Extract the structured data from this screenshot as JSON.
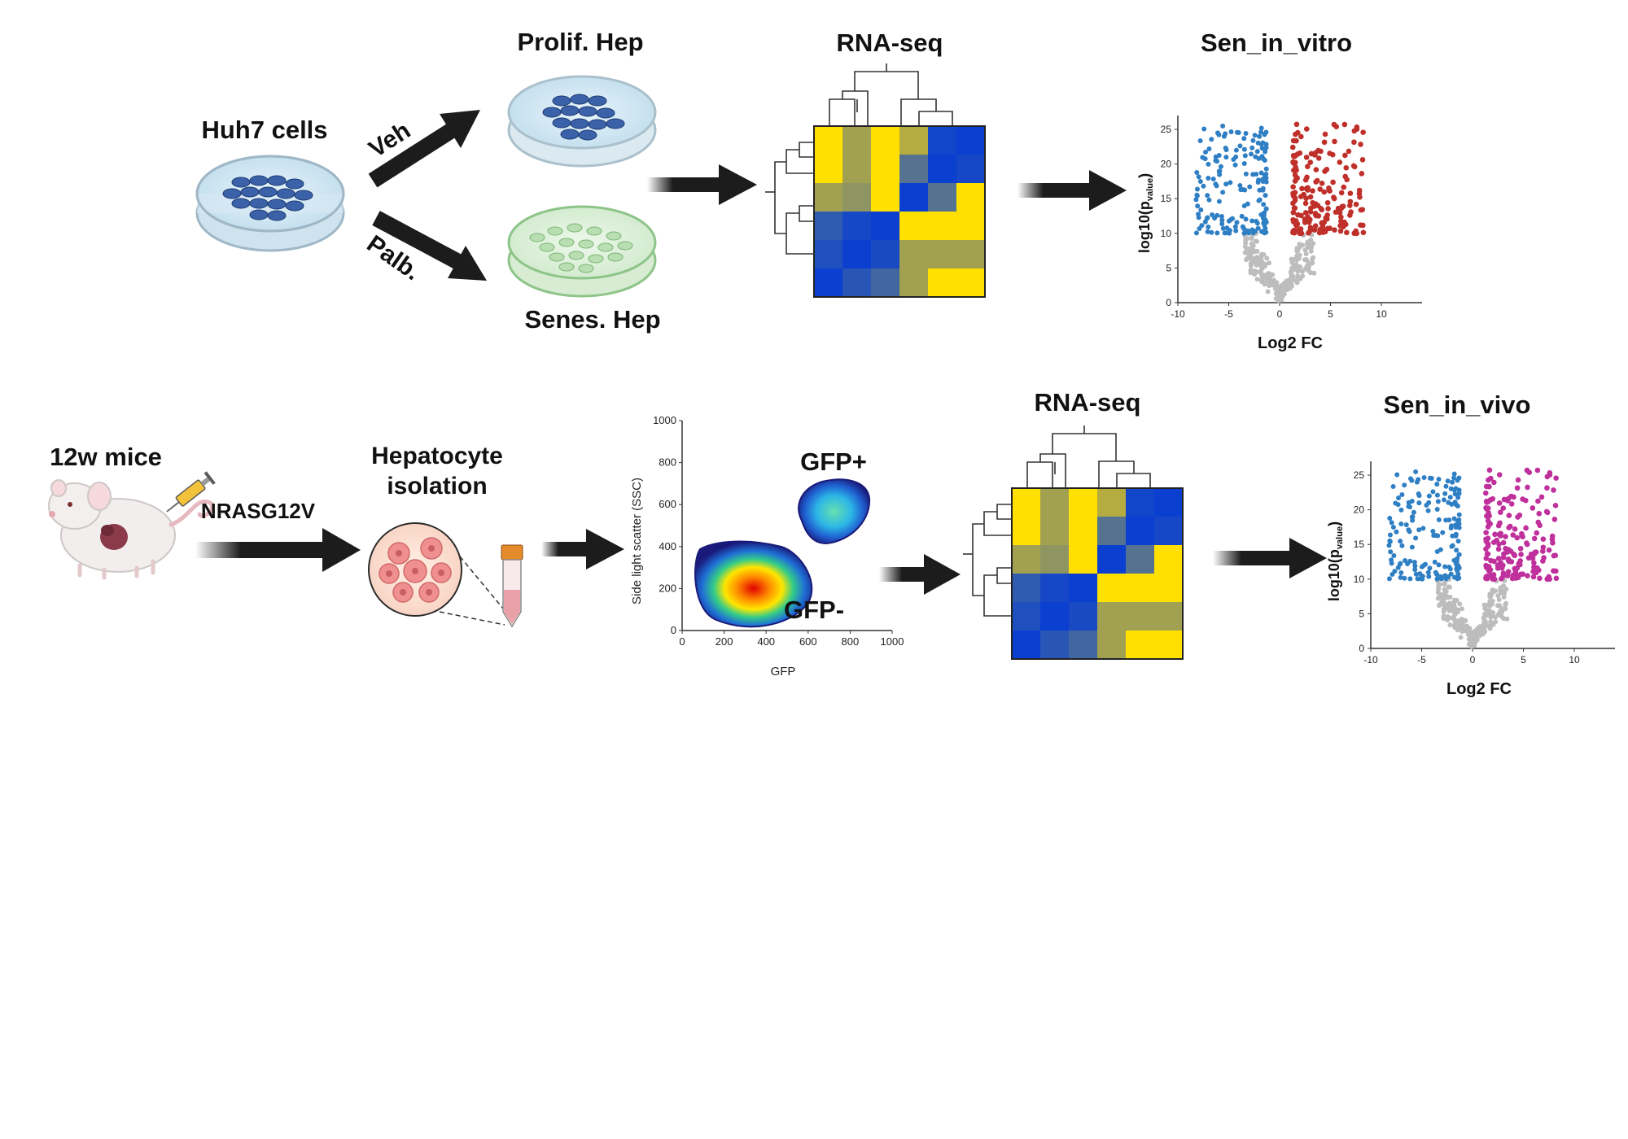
{
  "row1": {
    "start_label": "Huh7 cells",
    "branch_up_label": "Veh",
    "branch_down_label": "Palb.",
    "dish_top_label": "Prolif. Hep",
    "dish_bottom_label": "Senes. Hep",
    "heatmap_title": "RNA-seq",
    "volcano_title": "Sen_in_vitro",
    "volcano_xlabel": "Log2 FC",
    "volcano_ylabel_main": "log10(p",
    "volcano_ylabel_sub": "value",
    "volcano_ylabel_end": ")"
  },
  "row2": {
    "start_label": "12w mice",
    "injection_label": "NRASG12V",
    "isolation_label_line1": "Hepatocyte",
    "isolation_label_line2": "isolation",
    "flow_xlabel": "GFP",
    "flow_ylabel": "Side light scatter (SSC)",
    "gate_pos_label": "GFP+",
    "gate_neg_label": "GFP-",
    "heatmap_title": "RNA-seq",
    "volcano_title": "Sen_in_vivo",
    "volcano_xlabel": "Log2 FC",
    "volcano_ylabel_main": "log10(p",
    "volcano_ylabel_sub": "value",
    "volcano_ylabel_end": ")"
  },
  "flow_ticks": {
    "x": [
      "0",
      "200",
      "400",
      "600",
      "800",
      "1000"
    ],
    "y": [
      "0",
      "200",
      "400",
      "600",
      "800",
      "1000"
    ]
  },
  "volcano_ticks": {
    "x": [
      "-10",
      "-5",
      "0",
      "5",
      "10"
    ],
    "y": [
      "0",
      "5",
      "10",
      "15",
      "20",
      "25"
    ]
  },
  "colors": {
    "heat_yellow": "#ffe000",
    "heat_olive": "#c8b831",
    "heat_blue": "#0a3fd0",
    "heat_mid": "#2f5bb0",
    "up_in_vitro": "#c0302a",
    "up_in_vivo": "#c0309c",
    "down": "#2f7fc4",
    "ns": "#bdbdbd",
    "arrow": "#1c1c1c"
  },
  "heatmap_matrix": [
    [
      1,
      0.8,
      1,
      0.85,
      0.1,
      0
    ],
    [
      1,
      0.8,
      1,
      0.6,
      0,
      0.15
    ],
    [
      0.8,
      0.75,
      1,
      0,
      0.6,
      0.9
    ],
    [
      0.5,
      0.15,
      0,
      1,
      1,
      1
    ],
    [
      0.3,
      0,
      0.2,
      0.8,
      0.8,
      0.8
    ],
    [
      0,
      0.4,
      0.55,
      0.8,
      1,
      1
    ]
  ]
}
